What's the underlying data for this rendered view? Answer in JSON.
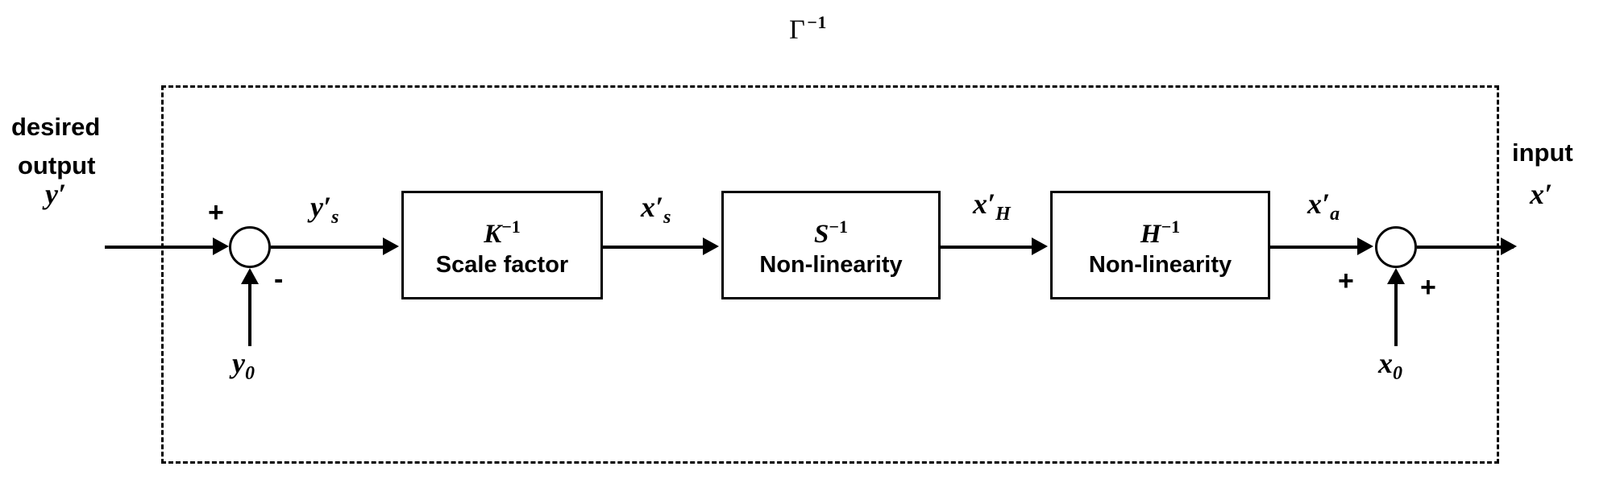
{
  "diagram": {
    "title": {
      "base": "Γ",
      "exponent": "−1",
      "full": "Γ⁻¹"
    },
    "external_labels": {
      "input_side_line1": "desired",
      "input_side_line2": "output",
      "input_side_symbol": "y′",
      "output_side_label": "input",
      "output_side_symbol": "x′"
    },
    "blocks": [
      {
        "id": "k-inverse",
        "symbol_base": "K",
        "symbol_exponent": "−1",
        "caption": "Scale factor"
      },
      {
        "id": "s-inverse",
        "symbol_base": "S",
        "symbol_exponent": "−1",
        "caption": "Non-linearity"
      },
      {
        "id": "h-inverse",
        "symbol_base": "H",
        "symbol_exponent": "−1",
        "caption": "Non-linearity"
      }
    ],
    "signals": [
      {
        "id": "y-s-prime",
        "base": "y",
        "prime": "′",
        "sub": "s"
      },
      {
        "id": "x-s-prime",
        "base": "x",
        "prime": "′",
        "sub": "s"
      },
      {
        "id": "x-h-prime",
        "base": "x",
        "prime": "′",
        "sub": "H"
      },
      {
        "id": "x-a-prime",
        "base": "x",
        "prime": "′",
        "sub": "a"
      }
    ],
    "offsets": [
      {
        "id": "y-zero",
        "base": "y",
        "sub": "0"
      },
      {
        "id": "x-zero",
        "base": "x",
        "sub": "0"
      }
    ],
    "junctions": [
      {
        "id": "left-sum",
        "sign_top": "+",
        "sign_bottom": "-"
      },
      {
        "id": "right-sum",
        "sign_left": "+",
        "sign_right": "+"
      }
    ],
    "colors": {
      "stroke": "#000000",
      "background": "#ffffff"
    }
  }
}
